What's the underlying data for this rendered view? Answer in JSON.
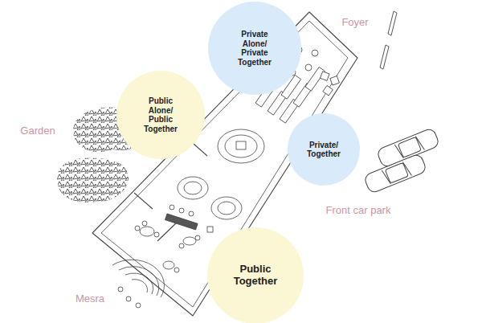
{
  "diagram": {
    "nodes": [
      {
        "text": [
          "Private Alone/ Private Together"
        ]
      },
      {
        "text": [
          "Public Alone/ Public Together"
        ]
      },
      {
        "text": [
          "Private/ Together"
        ]
      },
      {
        "text": [
          "Public Together"
        ]
      }
    ],
    "labels": [
      "Foyer",
      "Garden",
      "Front car park",
      "Mesra"
    ]
  }
}
